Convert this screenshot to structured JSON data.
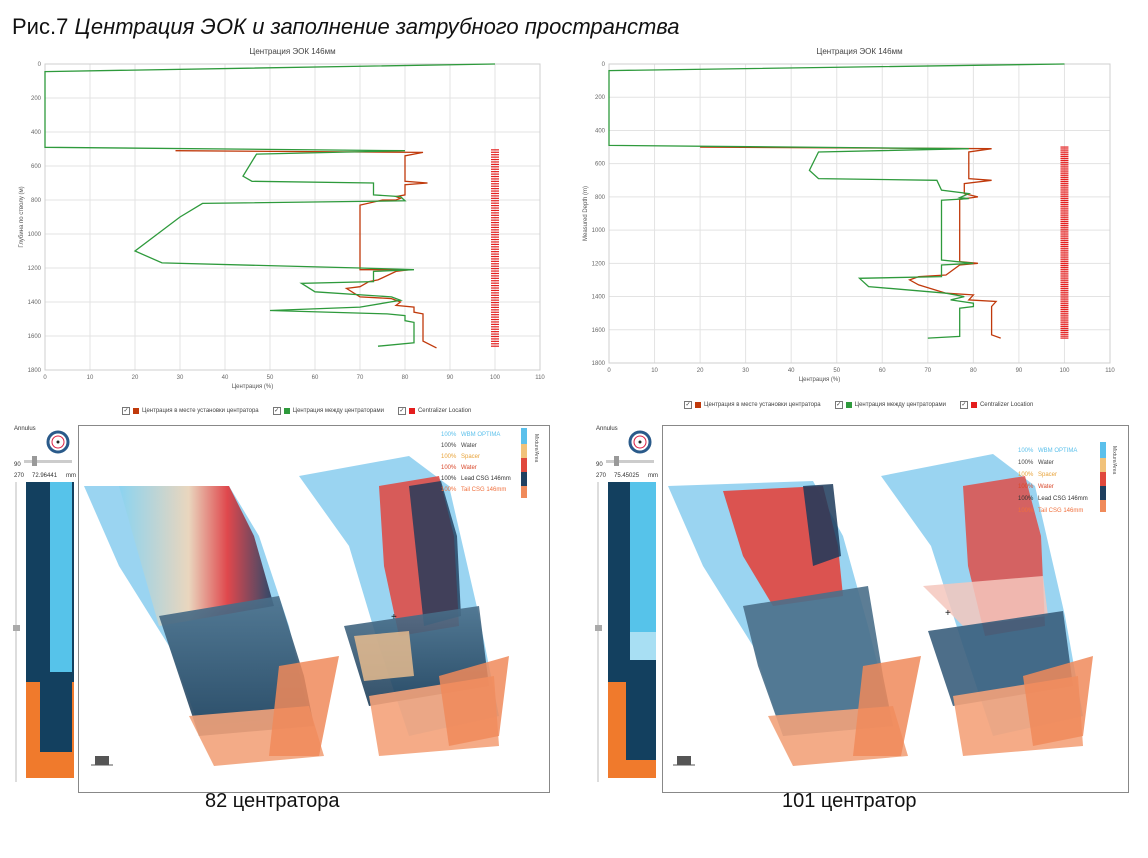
{
  "figure": {
    "title_prefix": "Рис.7",
    "title_rest": "Центрация ЭОК и заполнение затрубного пространства"
  },
  "legend": {
    "items": [
      {
        "label": "Центрация в месте установки центратора",
        "color": "#c0390b"
      },
      {
        "label": "Центрация между центраторами",
        "color": "#2e9a3c"
      },
      {
        "label": "Centralizer Location",
        "color": "#e41d1d"
      }
    ]
  },
  "chart_data": [
    {
      "type": "line",
      "title": "Центрация ЭОК 146мм",
      "xlabel": "Центрация (%)",
      "ylabel": "Глубина по стволу (м)",
      "xlim": [
        0,
        110
      ],
      "ylim": [
        1800,
        0
      ],
      "x_ticks": [
        0,
        10,
        20,
        30,
        40,
        50,
        60,
        70,
        80,
        90,
        100,
        110
      ],
      "y_ticks": [
        0,
        200,
        400,
        600,
        800,
        1000,
        1200,
        1400,
        1600,
        1800
      ],
      "grid": true,
      "series": [
        {
          "name": "Центрация между центраторами",
          "color": "#2e9a3c",
          "points": [
            [
              100,
              0
            ],
            [
              0,
              45
            ],
            [
              0,
              490
            ],
            [
              80,
              510
            ],
            [
              47,
              530
            ],
            [
              44,
              660
            ],
            [
              46,
              690
            ],
            [
              73,
              700
            ],
            [
              73,
              770
            ],
            [
              79,
              780
            ],
            [
              80,
              805
            ],
            [
              35,
              820
            ],
            [
              30,
              900
            ],
            [
              25,
              1000
            ],
            [
              20,
              1100
            ],
            [
              26,
              1170
            ],
            [
              70,
              1200
            ],
            [
              82,
              1210
            ],
            [
              73,
              1220
            ],
            [
              73,
              1280
            ],
            [
              57,
              1290
            ],
            [
              60,
              1340
            ],
            [
              77,
              1370
            ],
            [
              79,
              1390
            ],
            [
              70,
              1430
            ],
            [
              50,
              1450
            ],
            [
              76,
              1470
            ],
            [
              80,
              1480
            ],
            [
              80,
              1510
            ],
            [
              82,
              1520
            ],
            [
              82,
              1640
            ],
            [
              74,
              1660
            ]
          ]
        },
        {
          "name": "Центрация в месте установки центратора",
          "color": "#c0390b",
          "points": [
            [
              29,
              510
            ],
            [
              84,
              520
            ],
            [
              80,
              540
            ],
            [
              80,
              690
            ],
            [
              85,
              700
            ],
            [
              80,
              710
            ],
            [
              80,
              770
            ],
            [
              78,
              780
            ],
            [
              79,
              790
            ],
            [
              78,
              800
            ],
            [
              75,
              800
            ],
            [
              70,
              830
            ],
            [
              70,
              1210
            ],
            [
              81,
              1210
            ],
            [
              78,
              1220
            ],
            [
              74,
              1270
            ],
            [
              72,
              1280
            ],
            [
              70,
              1310
            ],
            [
              67,
              1320
            ],
            [
              70,
              1370
            ],
            [
              77,
              1380
            ],
            [
              79,
              1400
            ],
            [
              78,
              1420
            ],
            [
              82,
              1430
            ],
            [
              82,
              1460
            ],
            [
              84,
              1470
            ],
            [
              84,
              1630
            ],
            [
              87,
              1670
            ]
          ]
        }
      ],
      "centralizer_depths": {
        "start": 505,
        "end": 1660,
        "count": 82,
        "x": 100
      }
    },
    {
      "type": "line",
      "title": "Центрация ЭОК 146мм",
      "xlabel": "Центрация (%)",
      "ylabel": "Measured Depth (m)",
      "xlim": [
        0,
        110
      ],
      "ylim": [
        1800,
        0
      ],
      "x_ticks": [
        0,
        10,
        20,
        30,
        40,
        50,
        60,
        70,
        80,
        90,
        100,
        110
      ],
      "y_ticks": [
        0,
        200,
        400,
        600,
        800,
        1000,
        1200,
        1400,
        1600,
        1800
      ],
      "grid": true,
      "series": [
        {
          "name": "Центрация между центраторами",
          "color": "#2e9a3c",
          "points": [
            [
              100,
              0
            ],
            [
              0,
              40
            ],
            [
              0,
              490
            ],
            [
              79,
              510
            ],
            [
              46,
              530
            ],
            [
              44,
              640
            ],
            [
              46,
              690
            ],
            [
              72,
              700
            ],
            [
              73,
              760
            ],
            [
              79,
              780
            ],
            [
              77,
              805
            ],
            [
              79,
              810
            ],
            [
              73,
              820
            ],
            [
              73,
              1180
            ],
            [
              80,
              1200
            ],
            [
              73,
              1210
            ],
            [
              73,
              1280
            ],
            [
              55,
              1290
            ],
            [
              57,
              1340
            ],
            [
              74,
              1380
            ],
            [
              78,
              1400
            ],
            [
              75,
              1420
            ],
            [
              80,
              1440
            ],
            [
              80,
              1460
            ],
            [
              77,
              1470
            ],
            [
              77,
              1640
            ],
            [
              70,
              1650
            ]
          ]
        },
        {
          "name": "Центрация в месте установки центратора",
          "color": "#c0390b",
          "points": [
            [
              20,
              500
            ],
            [
              84,
              510
            ],
            [
              79,
              530
            ],
            [
              79,
              690
            ],
            [
              84,
              700
            ],
            [
              78,
              720
            ],
            [
              78,
              780
            ],
            [
              81,
              800
            ],
            [
              77,
              815
            ],
            [
              77,
              1190
            ],
            [
              81,
              1200
            ],
            [
              77,
              1210
            ],
            [
              74,
              1270
            ],
            [
              68,
              1280
            ],
            [
              66,
              1300
            ],
            [
              68,
              1330
            ],
            [
              74,
              1380
            ],
            [
              80,
              1390
            ],
            [
              79,
              1420
            ],
            [
              85,
              1430
            ],
            [
              84,
              1460
            ],
            [
              84,
              1630
            ],
            [
              86,
              1650
            ]
          ]
        }
      ],
      "centralizer_depths": {
        "start": 500,
        "end": 1650,
        "count": 101,
        "x": 100
      }
    }
  ],
  "panels": [
    {
      "caption": "82 центратора",
      "annulus_label": "Annulus",
      "angle_90": "90",
      "angle_270": "270",
      "depth_value": "72.96441",
      "unit": "mm",
      "fluid_legend": [
        {
          "pct": "100%",
          "name": "WBM OPTIMA",
          "color": "#5bc0eb"
        },
        {
          "pct": "100%",
          "name": "Water",
          "color": "#444444"
        },
        {
          "pct": "100%",
          "name": "Spacer",
          "color": "#e8a33a"
        },
        {
          "pct": "100%",
          "name": "Water",
          "color": "#d9482b"
        },
        {
          "pct": "100%",
          "name": "Lead CSG 146mm",
          "color": "#333333"
        },
        {
          "pct": "100%",
          "name": "Tail CSG 146mm",
          "color": "#f0703d"
        }
      ],
      "colorbar_label": "Mixture/Area"
    },
    {
      "caption": "101 центратор",
      "annulus_label": "Annulus",
      "angle_90": "90",
      "angle_270": "270",
      "depth_value": "75.45025",
      "unit": "mm",
      "fluid_legend": [
        {
          "pct": "100%",
          "name": "WBM OPTIMA",
          "color": "#5bc0eb"
        },
        {
          "pct": "100%",
          "name": "Water",
          "color": "#444444"
        },
        {
          "pct": "100%",
          "name": "Spacer",
          "color": "#e8a33a"
        },
        {
          "pct": "100%",
          "name": "Water",
          "color": "#d9482b"
        },
        {
          "pct": "100%",
          "name": "Lead CSG 146mm",
          "color": "#333333"
        },
        {
          "pct": "100%",
          "name": "Tail CSG 146mm",
          "color": "#f0703d"
        }
      ],
      "colorbar_label": "Mixture/Area"
    }
  ]
}
